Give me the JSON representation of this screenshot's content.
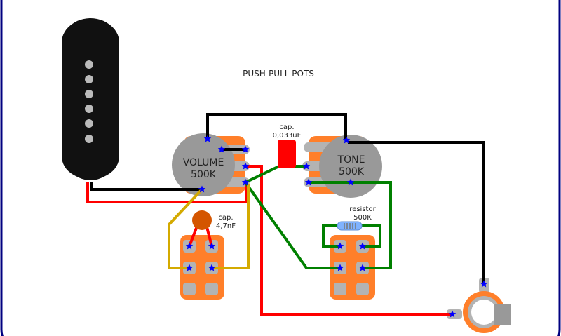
{
  "title": "- - - - - - - - - PUSH-PULL POTS - - - - - - - - -",
  "volume_pot": {
    "line1": "VOLUME",
    "line2": "500K"
  },
  "tone_pot": {
    "line1": "TONE",
    "line2": "500K"
  },
  "tone_cap": {
    "line1": "cap.",
    "line2": "0,033uF"
  },
  "switch_cap": {
    "line1": "cap.",
    "line2": "4,7nF"
  },
  "resistor": {
    "line1": "resistor",
    "line2": "500K"
  },
  "colors": {
    "frame": "#000080",
    "pot_body": "#999999",
    "switch_body": "#ff7f2a",
    "solder_point": "#0000ff",
    "wire_black": "#000000",
    "wire_red": "#ff0000",
    "wire_green": "#008000",
    "wire_yellow": "#d4aa00"
  }
}
